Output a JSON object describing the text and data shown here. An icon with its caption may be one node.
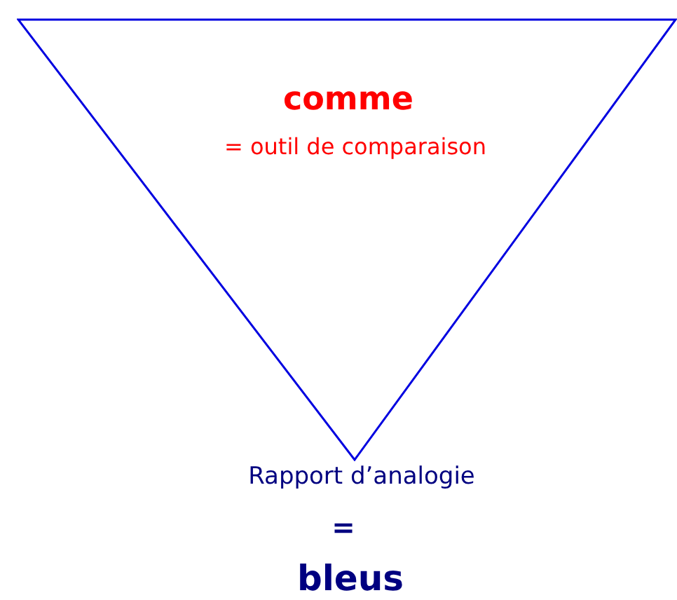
{
  "diagram": {
    "nodes": [
      {
        "text": [
          "comme",
          "= outil de comparaison"
        ]
      }
    ],
    "edges": [],
    "labels": [
      "Rapport d’analogie",
      "=",
      "bleus"
    ]
  }
}
